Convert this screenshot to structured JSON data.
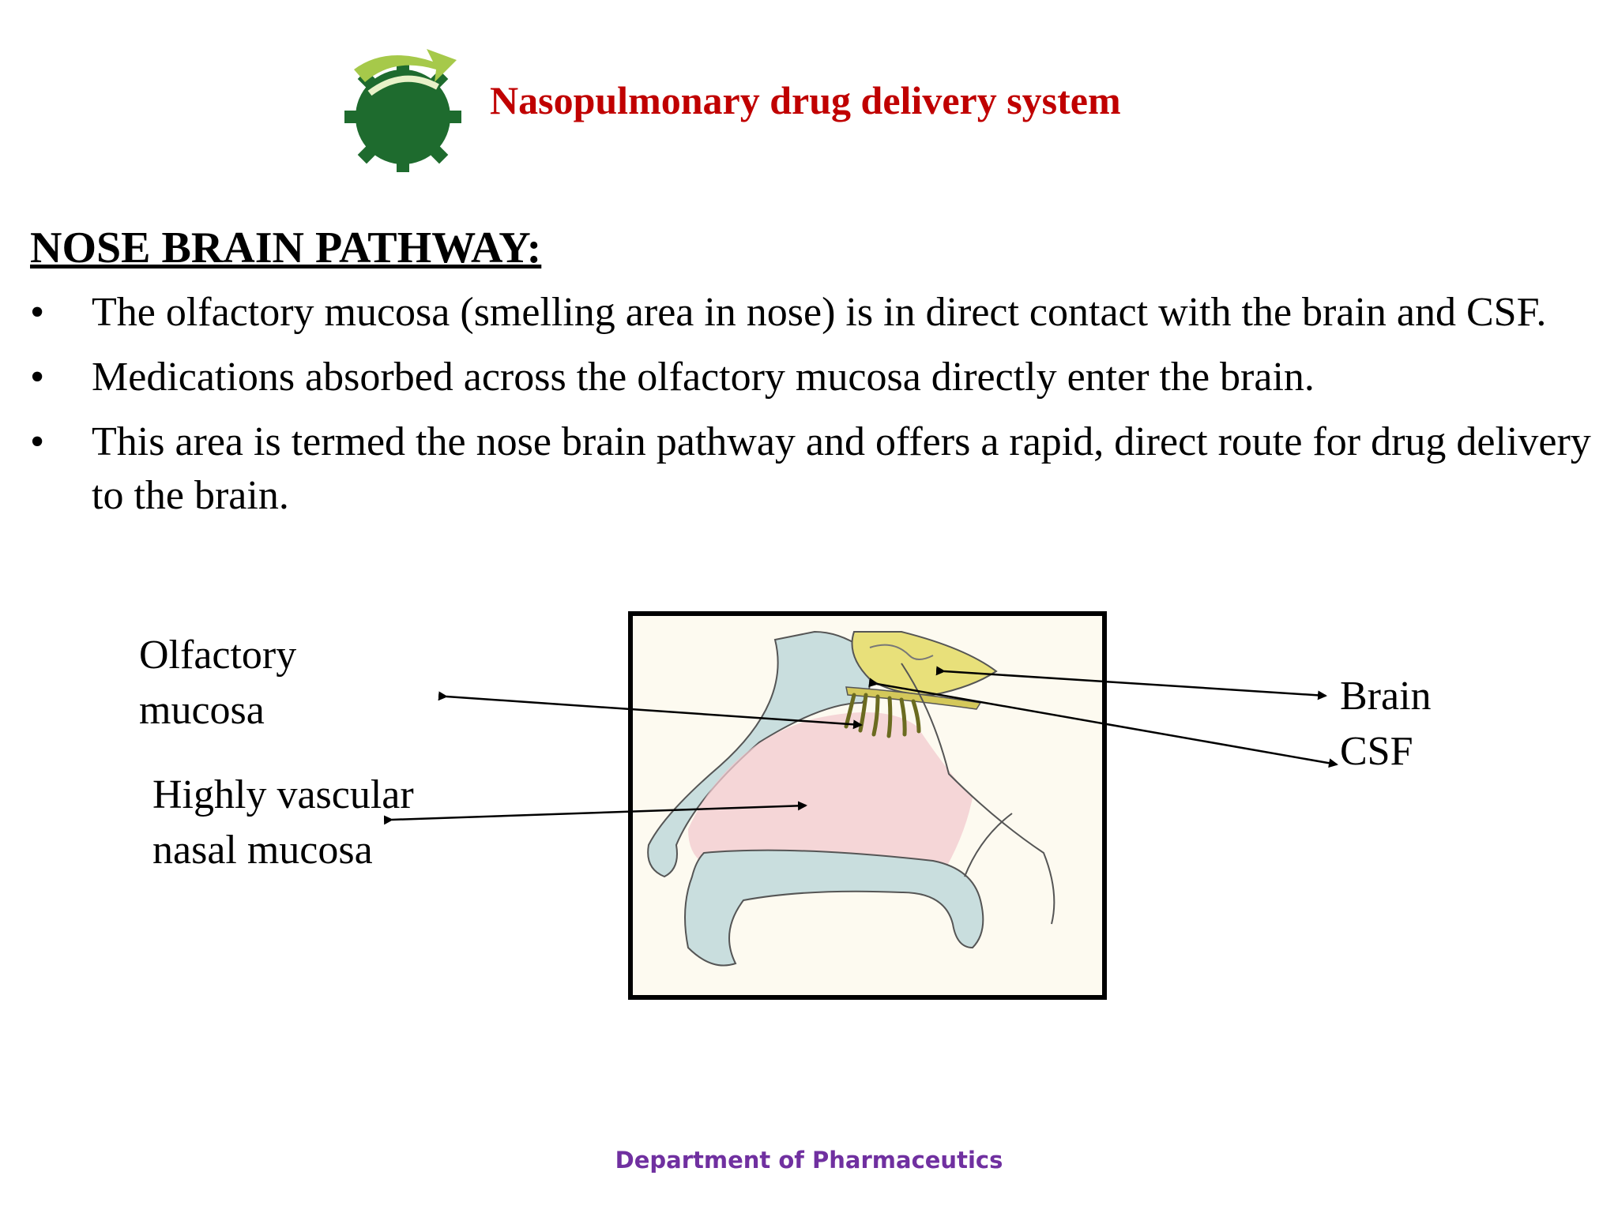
{
  "header": {
    "title": "Nasopulmonary drug delivery system"
  },
  "content": {
    "heading": "NOSE BRAIN PATHWAY:",
    "bullets": [
      "The olfactory mucosa (smelling area in nose) is in direct contact with the brain and CSF.",
      "Medications absorbed across the olfactory mucosa directly enter the brain.",
      "This area is termed the nose brain pathway and offers a rapid, direct route for drug delivery to the brain."
    ],
    "bullet_symbol": "•"
  },
  "diagram": {
    "labels": {
      "olfactory_line1": "Olfactory",
      "olfactory_line2": "mucosa",
      "vascular_line1": "Highly vascular",
      "vascular_line2": "nasal  mucosa",
      "brain": "Brain",
      "csf": "CSF"
    }
  },
  "footer": {
    "text": "Department of Pharmaceutics"
  },
  "colors": {
    "title": "#c00000",
    "footer": "#7030a0",
    "logo_green": "#1e6b2e",
    "logo_arrow": "#a6c94a",
    "brain_yellow": "#e8e07a",
    "mucosa_pink": "#f1c9cf",
    "tissue_blue": "#c9dede"
  }
}
